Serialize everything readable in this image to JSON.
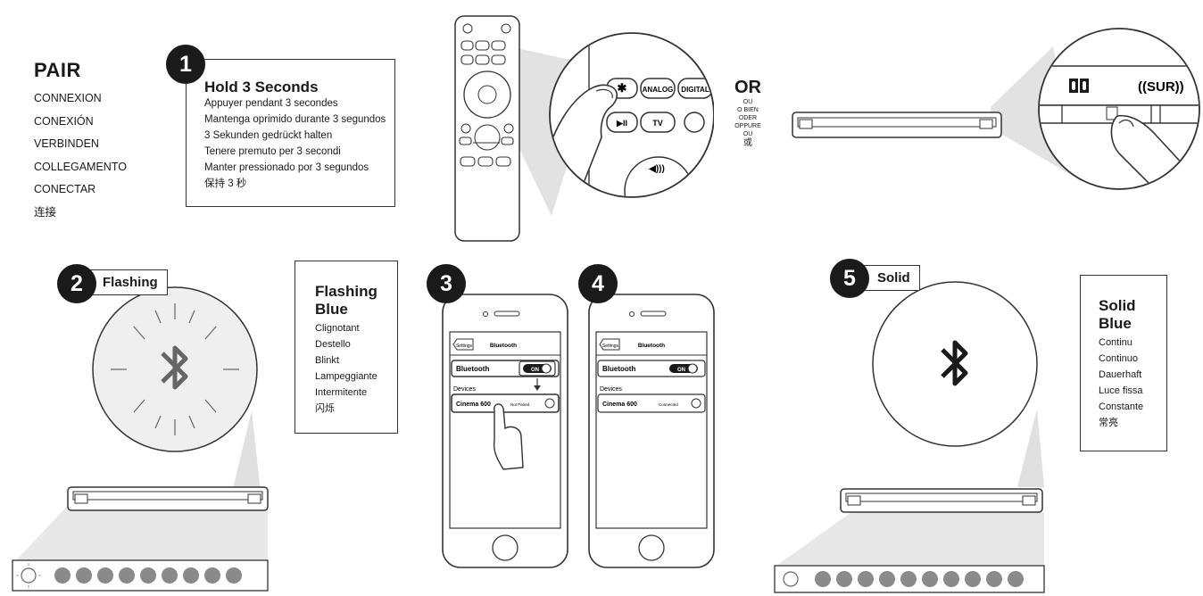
{
  "pair": {
    "title": "PAIR",
    "translations": [
      "CONNEXION",
      "CONEXIÓN",
      "VERBINDEN",
      "COLLEGAMENTO",
      "CONECTAR",
      "连接"
    ]
  },
  "step1": {
    "number": "1",
    "title": "Hold 3 Seconds",
    "lines": [
      "Appuyer pendant 3 secondes",
      "Mantenga oprimido durante 3 segundos",
      "3 Sekunden gedrückt halten",
      "Tenere premuto per 3 secondi",
      "Manter pressionado por 3 segundos",
      "保持 3 秒"
    ]
  },
  "remote": {
    "buttons": {
      "analog": "ANALOG",
      "digital": "DIGITAL",
      "tv": "TV"
    }
  },
  "or": {
    "title": "OR",
    "alternatives": [
      "OU",
      "O BIEN",
      "ODER",
      "OPPURE",
      "OU",
      "或"
    ]
  },
  "soundbar_top": {
    "dolby_logo": "dolby-logo",
    "sur_label": "((SUR))"
  },
  "step2": {
    "number": "2",
    "label": "Flashing",
    "status_title": [
      "Flashing",
      "Blue"
    ],
    "status_lines": [
      "Clignotant",
      "Destello",
      "Blinkt",
      "Lampeggiante",
      "Intermitente",
      "闪烁"
    ]
  },
  "step3": {
    "number": "3",
    "screen": {
      "back_label": "Settings",
      "nav_title": "Bluetooth",
      "bluetooth_label": "Bluetooth",
      "toggle_label": "ON",
      "devices_label": "Devices",
      "device_name": "Cinema 600",
      "device_status": "Not Paired"
    }
  },
  "step4": {
    "number": "4",
    "screen": {
      "back_label": "Settings",
      "nav_title": "Bluetooth",
      "bluetooth_label": "Bluetooth",
      "toggle_label": "ON",
      "devices_label": "Devices",
      "device_name": "Cinema 600",
      "device_status": "Connected"
    }
  },
  "step5": {
    "number": "5",
    "label": "Solid",
    "status_title": [
      "Solid",
      "Blue"
    ],
    "status_lines": [
      "Continu",
      "Continuo",
      "Dauerhaft",
      "Luce fissa",
      "Constante",
      "常亮"
    ]
  },
  "colors": {
    "ink": "#1a1a1a",
    "led_off": "#8a8a8a",
    "white": "#ffffff"
  }
}
